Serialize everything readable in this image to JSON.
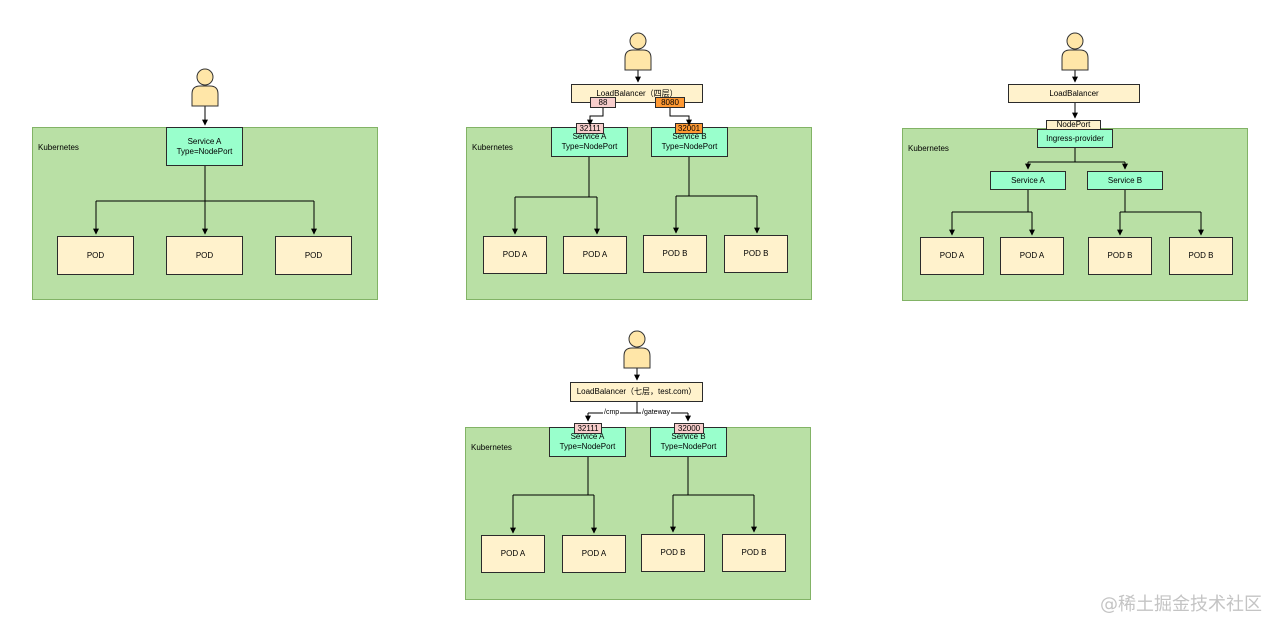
{
  "diagram1": {
    "cluster_label": "Kubernetes",
    "service": "Service A\nType=NodePort",
    "pods": [
      "POD",
      "POD",
      "POD"
    ]
  },
  "diagram2": {
    "cluster_label": "Kubernetes",
    "load_balancer": "LoadBalancer（四层）",
    "lb_ports": [
      "88",
      "8080"
    ],
    "node_ports": [
      "32111",
      "32001"
    ],
    "services": [
      "Service A\nType=NodePort",
      "Service B\nType=NodePort"
    ],
    "pods": [
      "POD A",
      "POD A",
      "POD B",
      "POD B"
    ]
  },
  "diagram3": {
    "cluster_label": "Kubernetes",
    "load_balancer": "LoadBalancer",
    "node_port": "NodePort",
    "ingress": "Ingress-provider",
    "services": [
      "Service A",
      "Service B"
    ],
    "pods": [
      "POD A",
      "POD A",
      "POD B",
      "POD B"
    ]
  },
  "diagram4": {
    "cluster_label": "Kubernetes",
    "load_balancer": "LoadBalancer（七层，test.com）",
    "paths": [
      "/cmp",
      "/gateway"
    ],
    "node_ports": [
      "32111",
      "32000"
    ],
    "services": [
      "Service A\nType=NodePort",
      "Service B\nType=NodePort"
    ],
    "pods": [
      "POD A",
      "POD A",
      "POD B",
      "POD B"
    ]
  },
  "watermark": "@稀土掘金技术社区",
  "colors": {
    "cluster_fill": "#b9e0a5",
    "pod_fill": "#fff2cc",
    "service_fill": "#99ffcc",
    "port_pink": "#f8cecc",
    "port_orange": "#ff9933",
    "person_fill": "#ffe6a8"
  }
}
